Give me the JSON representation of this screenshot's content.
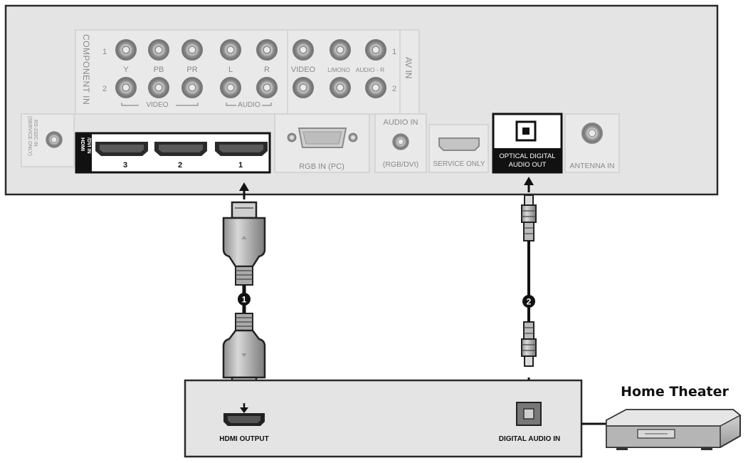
{
  "tv_panel": {
    "component_in": {
      "label": "COMPONENT IN",
      "row1": "1",
      "row2": "2",
      "jacks": [
        "Y",
        "PB",
        "PR",
        "L",
        "R"
      ],
      "video_group": "VIDEO",
      "audio_group": "AUDIO"
    },
    "av_in": {
      "label": "AV IN",
      "jacks": [
        "VIDEO",
        "L/MONO",
        "AUDIO - R"
      ],
      "row1": "1",
      "row2": "2"
    },
    "rs232c": {
      "line1": "RS-232C IN",
      "line2": "(SERVICE ONLY)"
    },
    "hdmi": {
      "side_label_1": "HDMI",
      "side_label_2": "/DVI IN",
      "ports": [
        "3",
        "2",
        "1"
      ]
    },
    "rgb_in": {
      "label": "RGB IN (PC)"
    },
    "audio_in": {
      "title": "AUDIO IN",
      "sub": "(RGB/DVI)"
    },
    "service_only": {
      "label": "SERVICE ONLY"
    },
    "optical_out": {
      "line1": "OPTICAL DIGITAL",
      "line2": "AUDIO OUT"
    },
    "antenna_in": {
      "label": "ANTENNA IN"
    }
  },
  "cables": [
    {
      "step": "1",
      "type": "hdmi"
    },
    {
      "step": "2",
      "type": "optical"
    }
  ],
  "home_theater": {
    "title": "Home Theater",
    "hdmi_output_label": "HDMI OUTPUT",
    "digital_audio_in_label": "DIGITAL AUDIO IN"
  },
  "colors": {
    "panel": "#e4e4e4",
    "panel_border": "#2a2a2a",
    "jack": "#bcbcbc",
    "label_gray": "#8a8a8a",
    "dark": "#111111"
  },
  "icons": [
    "arrow-up-icon",
    "arrow-down-icon",
    "hdmi-plug-icon",
    "optical-plug-icon",
    "home-theater-device-icon"
  ]
}
